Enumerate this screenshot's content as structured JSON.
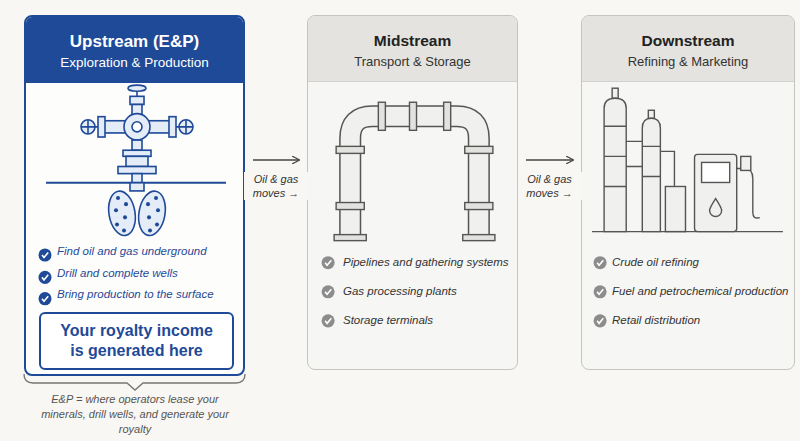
{
  "diagram": {
    "nodes": [
      {
        "text": [
          "Upstream (E&P)",
          "Exploration & Production",
          "Find oil and gas underground",
          "Drill and complete wells",
          "Bring production to the surface"
        ]
      },
      {
        "text": [
          "Your royalty income is generated here"
        ],
        "in": 0
      },
      {
        "text": [
          "Midstream",
          "Transport & Storage",
          "Pipelines and gathering systems",
          "Gas processing plants",
          "Storage terminals"
        ]
      },
      {
        "text": [
          "Downstream",
          "Refining & Marketing",
          "Crude oil refining",
          "Fuel and petrochemical production",
          "Retail distribution"
        ]
      }
    ],
    "edges": [
      {
        "from": 0,
        "to": 2,
        "arrow": "to",
        "label": "Oil & gas moves →"
      },
      {
        "from": 2,
        "to": 3,
        "arrow": "to",
        "label": "Oil & gas moves →"
      }
    ],
    "labels": [
      "E&P = where operators lease your minerals, drill wells, and generate your royalty"
    ]
  }
}
